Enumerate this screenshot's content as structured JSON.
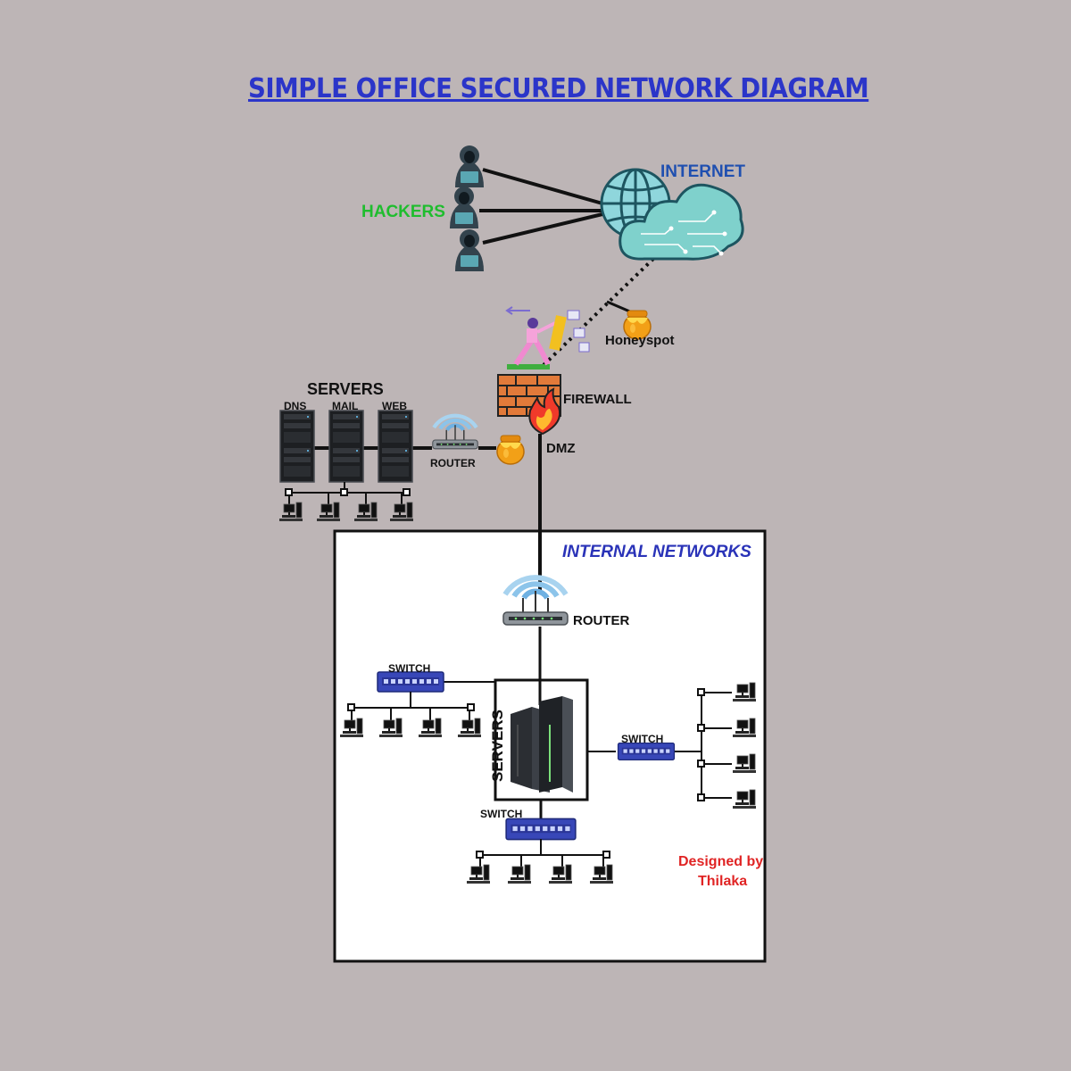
{
  "title": "SIMPLE OFFICE SECURED NETWORK DIAGRAM",
  "internet_label": "INTERNET",
  "hackers_label": "HACKERS",
  "honeypot_label": "Honeyspot",
  "firewall_label": "FIREWALL",
  "dmz_label": "DMZ",
  "dmz_servers": {
    "title": "SERVERS",
    "dns": "DNS",
    "mail": "MAIL",
    "web": "WEB",
    "router": "ROUTER"
  },
  "internal": {
    "title": "INTERNAL NETWORKS",
    "router": "ROUTER",
    "switch_left": "SWITCH",
    "switch_right": "SWITCH",
    "switch_bottom": "SWITCH",
    "servers": "SERVERS"
  },
  "credit": {
    "line1": "Designed by",
    "line2": "Thilaka"
  },
  "colors": {
    "background": "#bdb5b6",
    "title": "#2b35c9",
    "internet": "#1f4fb0",
    "hackers": "#1fbd2e",
    "internal_title": "#2a33b8",
    "credit": "#e02424",
    "switch": "#3847b8",
    "cloud": "#7fd1cc"
  }
}
